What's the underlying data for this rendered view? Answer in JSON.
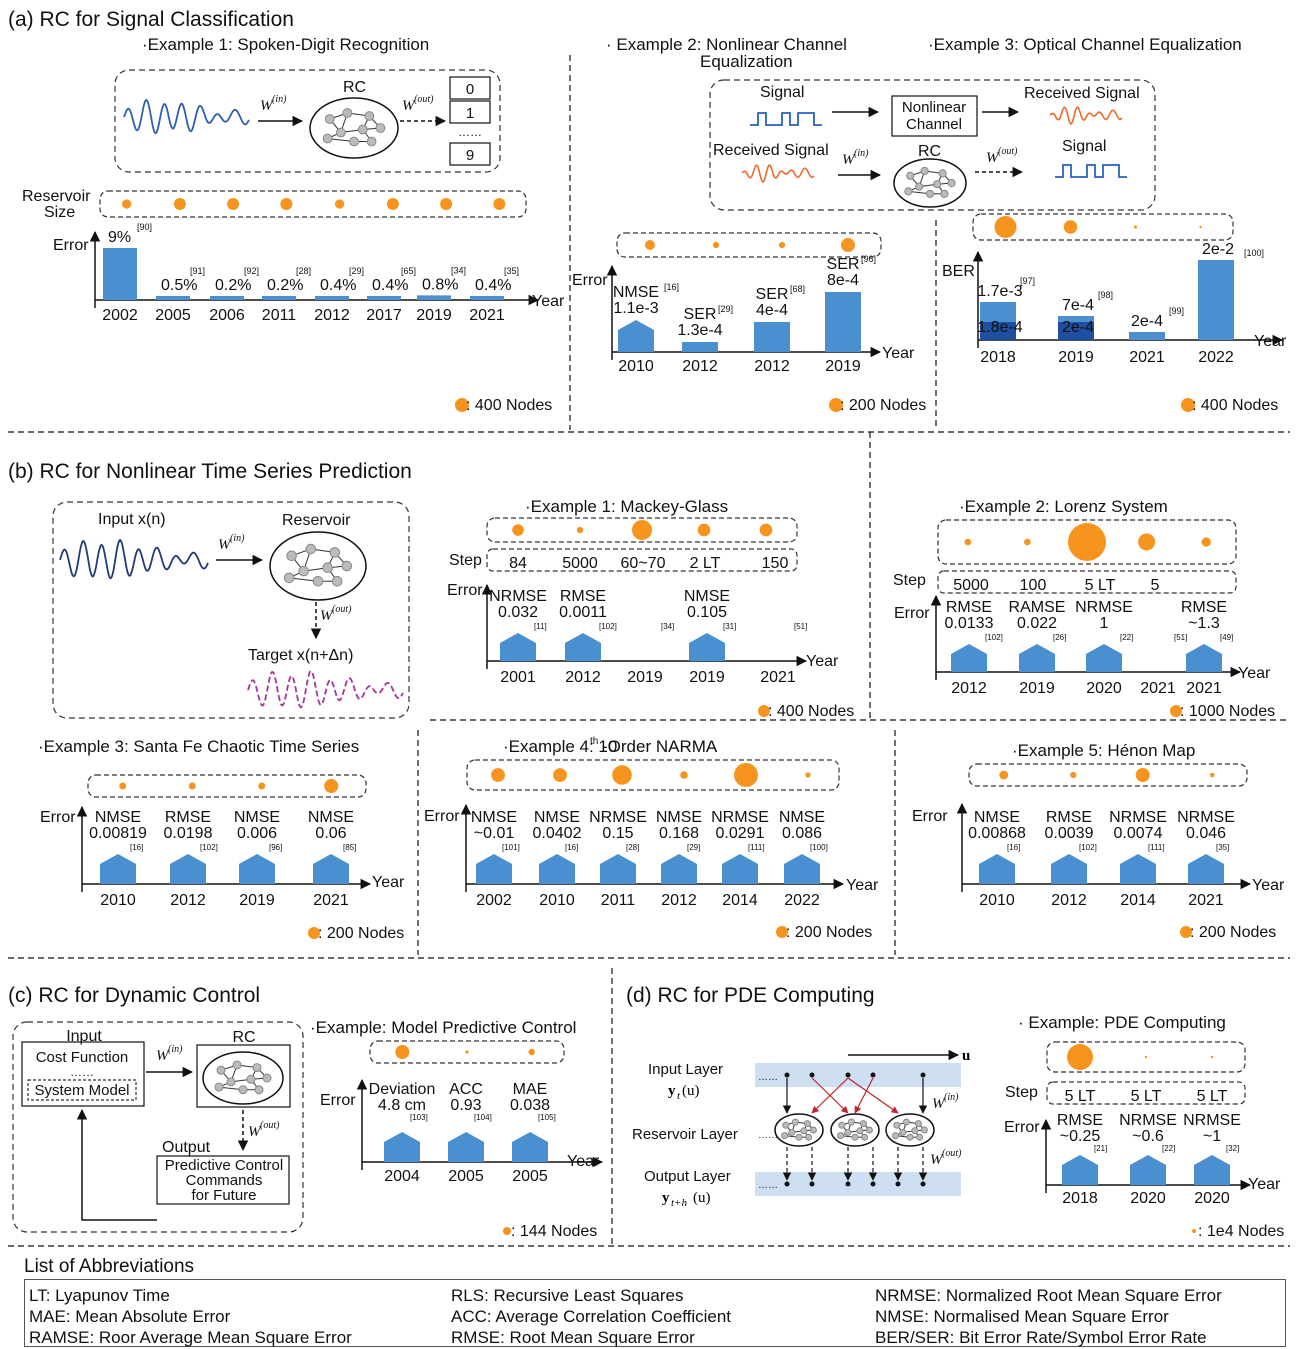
{
  "colors": {
    "bar": "#4a8fd0",
    "bar_dark": "#1f4fa0",
    "dot": "#f7941d",
    "signal": "#2a62b8",
    "received": "#ee6a2c",
    "sine": "#2c5fae",
    "target": "#a8339a",
    "layer": "#cddff0",
    "red": "#c8202a"
  },
  "a": {
    "title": "(a) RC for Signal Classification",
    "ex1": {
      "title": "·Example 1: Spoken-Digit Recognition",
      "rc": "RC",
      "win": "W",
      "win_sup": "(in)",
      "wout": "W",
      "wout_sup": "(out)",
      "outputs": [
        "0",
        "1",
        "……",
        "9"
      ],
      "res_label_1": "Reservoir",
      "res_label_2": "Size",
      "ylabel": "Error",
      "xlabel": "Year",
      "years": [
        "2002",
        "2005",
        "2006",
        "2011",
        "2012",
        "2017",
        "2019",
        "2021"
      ],
      "values": [
        "9%",
        "0.5%",
        "0.2%",
        "0.2%",
        "0.4%",
        "0.4%",
        "0.8%",
        "0.4%"
      ],
      "refs": [
        "[90]",
        "[91]",
        "[92]",
        "[28]",
        "[29]",
        "[65]",
        "[34]",
        "[35]"
      ],
      "dot_sizes": [
        120,
        200,
        200,
        200,
        120,
        200,
        200,
        200
      ],
      "legend": ": 400 Nodes"
    },
    "ex2": {
      "title_1": "·  Example 2: Nonlinear Channel",
      "title_2": "Equalization",
      "ylabel": "Error",
      "xlabel": "Year",
      "years": [
        "2010",
        "2012",
        "2012",
        "2019"
      ],
      "metrics": [
        "NMSE",
        "SER",
        "SER",
        "SER"
      ],
      "values": [
        "1.1e-3",
        "1.3e-4",
        "4e-4",
        "8e-4"
      ],
      "refs": [
        "[16]",
        "[29]",
        "[68]",
        "[96]"
      ],
      "dot_sizes": [
        200,
        80,
        80,
        400
      ],
      "legend": ": 200 Nodes"
    },
    "ex3": {
      "title": "·Example 3: Optical Channel Equalization",
      "signal": "Signal",
      "channel_1": "Nonlinear",
      "channel_2": "Channel",
      "received": "Received Signal",
      "received_2": "Received Signal",
      "rc": "RC",
      "signal_2": "Signal",
      "ylabel": "BER",
      "xlabel": "Year",
      "years": [
        "2018",
        "2019",
        "2021",
        "2022"
      ],
      "values": [
        "1.7e-3",
        "7e-4",
        "2e-4",
        "2e-2"
      ],
      "inner": [
        "1.8e-4",
        "2e-4"
      ],
      "refs": [
        "[97]",
        "[98]",
        "[99]",
        "[100]"
      ],
      "dot_sizes": [
        400,
        150,
        8,
        1
      ],
      "legend": ": 400 Nodes"
    }
  },
  "b": {
    "title": "(b) RC for Nonlinear Time Series Prediction",
    "schema": {
      "input": "Input x(n)",
      "reservoir": "Reservoir",
      "target": "Target x(n+Δn)"
    },
    "ex1": {
      "title": "·Example 1: Mackey-Glass",
      "step_label": "Step",
      "steps": [
        "84",
        "5000",
        "60~70",
        "2 LT",
        "150"
      ],
      "ylabel": "Error",
      "xlabel": "Year",
      "years": [
        "2001",
        "2012",
        "2019",
        "2019",
        "2021"
      ],
      "metrics": [
        "NRMSE",
        "RMSE",
        "",
        "NMSE",
        ""
      ],
      "values": [
        "0.032",
        "0.0011",
        "",
        "0.105",
        ""
      ],
      "refs": [
        "[11]",
        "[102]",
        "[34]",
        "[31]",
        "[51]"
      ],
      "dot_sizes": [
        100,
        30,
        300,
        120,
        120
      ],
      "legend": ": 400 Nodes"
    },
    "ex2": {
      "title": "·Example 2: Lorenz System",
      "step_label": "Step",
      "steps": [
        "5000",
        "100",
        "5 LT",
        "5"
      ],
      "ylabel": "Error",
      "xlabel": "Year",
      "years": [
        "2012",
        "2019",
        "2020",
        "2021",
        "2021"
      ],
      "metrics": [
        "RMSE",
        "RAMSE",
        "NRMSE",
        "",
        "RMSE"
      ],
      "values": [
        "0.0133",
        "0.022",
        "1",
        "",
        "~1.3"
      ],
      "refs": [
        "[102]",
        "[26]",
        "[22]",
        "[51]",
        "[49]"
      ],
      "dot_sizes": [
        30,
        30,
        1000,
        200,
        60
      ],
      "legend": ": 1000 Nodes"
    },
    "ex3": {
      "title": "·Example 3: Santa Fe Chaotic Time Series",
      "ylabel": "Error",
      "xlabel": "Year",
      "years": [
        "2010",
        "2012",
        "2019",
        "2021"
      ],
      "metrics": [
        "NMSE",
        "RMSE",
        "NMSE",
        "NMSE"
      ],
      "values": [
        "0.00819",
        "0.0198",
        "0.006",
        "0.06"
      ],
      "refs": [
        "[16]",
        "[102]",
        "[96]",
        "[85]"
      ],
      "dot_sizes": [
        50,
        50,
        50,
        200
      ],
      "legend": ": 200 Nodes"
    },
    "ex4": {
      "title_pre": "·Example 4: 10",
      "title_sup": "th",
      "title_post": "-Order NARMA",
      "ylabel": "Error",
      "xlabel": "Year",
      "years": [
        "2002",
        "2010",
        "2011",
        "2012",
        "2014",
        "2022"
      ],
      "metrics": [
        "NMSE",
        "NMSE",
        "NRMSE",
        "NMSE",
        "NRMSE",
        "NMSE"
      ],
      "values": [
        "~0.01",
        "0.0402",
        "0.15",
        "0.168",
        "0.0291",
        "0.086"
      ],
      "refs": [
        "[101]",
        "[16]",
        "[28]",
        "[29]",
        "[111]",
        "[100]"
      ],
      "dot_sizes": [
        100,
        100,
        200,
        30,
        300,
        15
      ],
      "legend": ": 200 Nodes"
    },
    "ex5": {
      "title": "·Example 5: Hénon Map",
      "ylabel": "Error",
      "xlabel": "Year",
      "years": [
        "2010",
        "2012",
        "2014",
        "2021"
      ],
      "metrics": [
        "NMSE",
        "RMSE",
        "NRMSE",
        "NRMSE"
      ],
      "values": [
        "0.00868",
        "0.0039",
        "0.0074",
        "0.046"
      ],
      "refs": [
        "[16]",
        "[102]",
        "[111]",
        "[35]"
      ],
      "dot_sizes": [
        60,
        30,
        150,
        15
      ],
      "legend": ": 200 Nodes"
    }
  },
  "c": {
    "title": "(c) RC for Dynamic Control",
    "schema": {
      "input": "Input",
      "cost": "Cost Function",
      "dots": "……",
      "system": "System Model",
      "rc": "RC",
      "output": "Output",
      "out_1": "Predictive Control",
      "out_2": "Commands",
      "out_3": "for Future"
    },
    "ex": {
      "title": "·Example: Model Predictive Control",
      "ylabel": "Error",
      "xlabel": "Year",
      "years": [
        "2004",
        "2005",
        "2005"
      ],
      "metrics": [
        "Deviation",
        "ACC",
        "MAE"
      ],
      "values": [
        "4.8 cm",
        "0.93",
        "0.038"
      ],
      "refs": [
        "[103]",
        "[104]",
        "[105]"
      ],
      "dot_sizes": [
        144,
        8,
        30
      ],
      "legend": ": 144 Nodes"
    }
  },
  "d": {
    "title": "(d) RC for PDE Computing",
    "schema": {
      "input_1": "Input Layer",
      "reservoir": "Reservoir Layer",
      "output_1": "Output Layer",
      "u": "u"
    },
    "ex": {
      "title": "·  Example: PDE Computing",
      "step_label": "Step",
      "steps": [
        "5 LT",
        "5 LT",
        "5 LT"
      ],
      "ylabel": "Error",
      "xlabel": "Year",
      "years": [
        "2018",
        "2020",
        "2020"
      ],
      "metrics": [
        "RMSE",
        "NRMSE",
        "NRMSE"
      ],
      "values": [
        "~0.25",
        "~0.6",
        "~1"
      ],
      "refs": [
        "[21]",
        "[22]",
        "[32]"
      ],
      "dot_sizes": [
        10000,
        5,
        30
      ],
      "legend": ": 1e4 Nodes"
    }
  },
  "abbr": {
    "title": "List of Abbreviations",
    "col1": [
      "LT: Lyapunov Time",
      "MAE: Mean Absolute Error",
      "RAMSE: Roor Average Mean Square Error"
    ],
    "col2": [
      "RLS: Recursive Least Squares",
      "ACC: Average Correlation Coefficient",
      "RMSE:  Root Mean Square Error"
    ],
    "col3": [
      "NRMSE: Normalized Root Mean Square Error",
      "NMSE: Normalised Mean Square Error",
      "BER/SER: Bit Error Rate/Symbol Error Rate"
    ]
  }
}
